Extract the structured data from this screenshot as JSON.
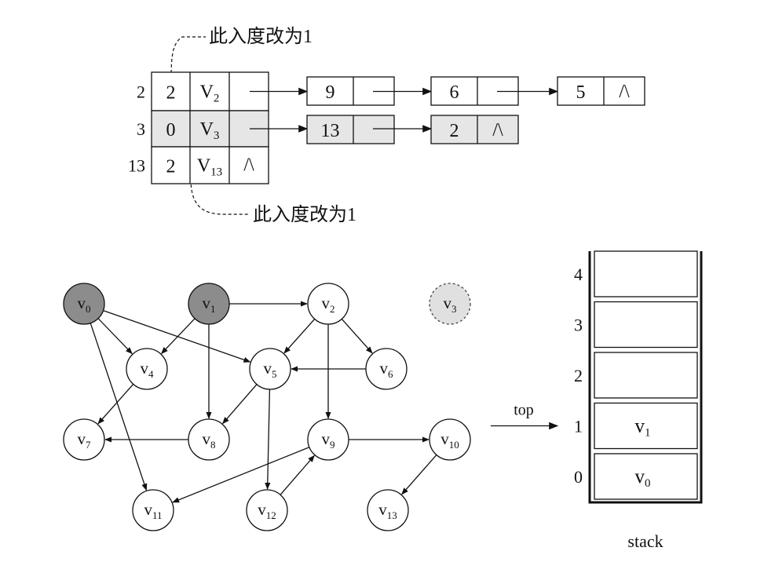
{
  "annotations": {
    "top_note": "此入度改为1",
    "bottom_note": "此入度改为1"
  },
  "table": {
    "rows": [
      {
        "index": "2",
        "indegree": "2",
        "vertex": "V",
        "sub": "2",
        "shaded": false,
        "edges": [
          "9",
          "6",
          "5"
        ]
      },
      {
        "index": "3",
        "indegree": "0",
        "vertex": "V",
        "sub": "3",
        "shaded": true,
        "edges": [
          "13",
          "2"
        ]
      },
      {
        "index": "13",
        "indegree": "2",
        "vertex": "V",
        "sub": "13",
        "shaded": false,
        "edges": []
      }
    ],
    "null_symbol": "/\\"
  },
  "graph": {
    "node_base": "v",
    "nodes": [
      {
        "id": "v0",
        "sub": "0",
        "style": "dark"
      },
      {
        "id": "v1",
        "sub": "1",
        "style": "dark"
      },
      {
        "id": "v2",
        "sub": "2",
        "style": "normal"
      },
      {
        "id": "v3",
        "sub": "3",
        "style": "dashed"
      },
      {
        "id": "v4",
        "sub": "4",
        "style": "normal"
      },
      {
        "id": "v5",
        "sub": "5",
        "style": "normal"
      },
      {
        "id": "v6",
        "sub": "6",
        "style": "normal"
      },
      {
        "id": "v7",
        "sub": "7",
        "style": "normal"
      },
      {
        "id": "v8",
        "sub": "8",
        "style": "normal"
      },
      {
        "id": "v9",
        "sub": "9",
        "style": "normal"
      },
      {
        "id": "v10",
        "sub": "10",
        "style": "normal"
      },
      {
        "id": "v11",
        "sub": "11",
        "style": "normal"
      },
      {
        "id": "v12",
        "sub": "12",
        "style": "normal"
      },
      {
        "id": "v13",
        "sub": "13",
        "style": "normal"
      }
    ],
    "edges": [
      [
        "v0",
        "v4"
      ],
      [
        "v0",
        "v5"
      ],
      [
        "v0",
        "v11"
      ],
      [
        "v1",
        "v2"
      ],
      [
        "v1",
        "v4"
      ],
      [
        "v1",
        "v8"
      ],
      [
        "v2",
        "v5"
      ],
      [
        "v2",
        "v6"
      ],
      [
        "v2",
        "v9"
      ],
      [
        "v4",
        "v7"
      ],
      [
        "v5",
        "v8"
      ],
      [
        "v5",
        "v12"
      ],
      [
        "v6",
        "v5"
      ],
      [
        "v8",
        "v7"
      ],
      [
        "v9",
        "v10"
      ],
      [
        "v9",
        "v11"
      ],
      [
        "v10",
        "v13"
      ],
      [
        "v12",
        "v9"
      ]
    ]
  },
  "stack": {
    "caption": "stack",
    "top_label": "top",
    "top_index": 1,
    "slots": [
      {
        "index": "0",
        "base": "v",
        "sub": "0"
      },
      {
        "index": "1",
        "base": "v",
        "sub": "1"
      },
      {
        "index": "2",
        "base": "",
        "sub": ""
      },
      {
        "index": "3",
        "base": "",
        "sub": ""
      },
      {
        "index": "4",
        "base": "",
        "sub": ""
      }
    ]
  },
  "colors": {
    "shade": "#e6e6e6",
    "dark_node": "#8c8c8c",
    "dashed_node": "#e0e0e0",
    "line": "#111111"
  }
}
